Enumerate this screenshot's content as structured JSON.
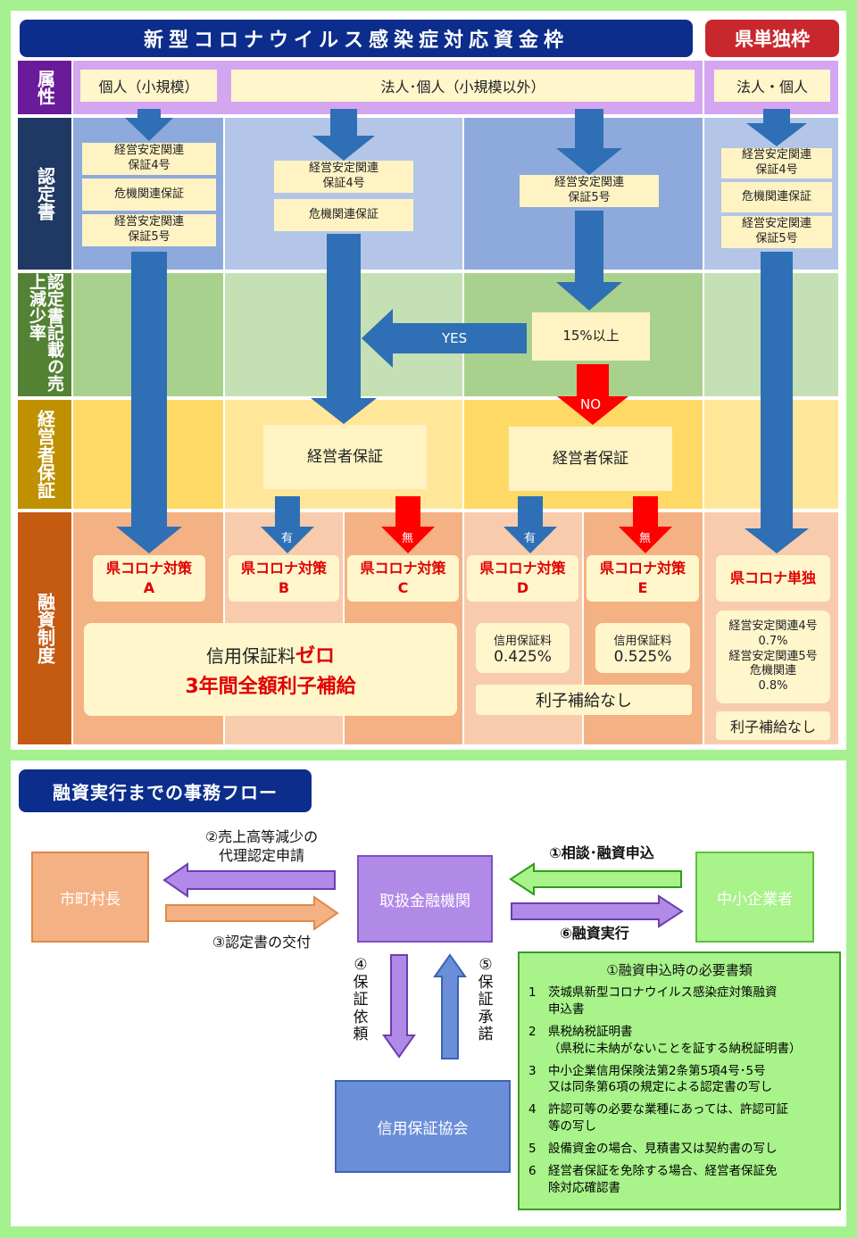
{
  "header": {
    "main_title": "新型コロナウイルス感染症対応資金枠",
    "side_title": "県単独枠"
  },
  "rows": {
    "attribute": "属性",
    "certificate": "認定書",
    "sales_decline": "認定書記載の売上減少率",
    "guarantor": "経営者保証",
    "financing": "融資制度"
  },
  "attributes": {
    "small": "個人（小規模）",
    "non_small": "法人･個人（小規模以外）",
    "prefecture": "法人・個人"
  },
  "certificates": {
    "col_a": [
      "経営安定関連\n保証4号",
      "危機関連保証",
      "経営安定関連\n保証5号"
    ],
    "col_b": [
      "経営安定関連\n保証4号",
      "危機関連保証"
    ],
    "col_c": [
      "経営安定関連\n保証5号"
    ],
    "col_pref": [
      "経営安定関連\n保証4号",
      "危機関連保証",
      "経営安定関連\n保証5号"
    ]
  },
  "decline": {
    "threshold": "15%以上",
    "yes": "YES",
    "no": "NO"
  },
  "guarantor": {
    "left": "経営者保証",
    "right": "経営者保証",
    "with": "有",
    "without": "無"
  },
  "products": {
    "a": "県コロナ対策\nA",
    "b": "県コロナ対策\nB",
    "c": "県コロナ対策\nC",
    "d": "県コロナ対策\nD",
    "e": "県コロナ対策\nE",
    "pref": "県コロナ単独"
  },
  "fees": {
    "zero_prefix": "信用保証料",
    "zero_word": "ゼロ",
    "subsidy": "3年間全額利子補給",
    "d_label": "信用保証料",
    "d_value": "0.425%",
    "e_label": "信用保証料",
    "e_value": "0.525%",
    "de_no_subsidy": "利子補給なし",
    "pref_fee": "経営安定関連4号\n0.7%\n経営安定関連5号\n危機関連\n0.8%",
    "pref_no_subsidy": "利子補給なし"
  },
  "flow": {
    "title": "融資実行までの事務フロー",
    "mayor": "市町村長",
    "bank": "取扱金融機関",
    "sme": "中小企業者",
    "guarantee_assoc": "信用保証協会",
    "step1": "①相談･融資申込",
    "step2": "②売上高等減少の\n代理認定申請",
    "step3": "③認定書の交付",
    "step4": "④\n保\n証\n依\n頼",
    "step5": "⑤\n保\n証\n承\n諾",
    "step6": "⑥融資実行"
  },
  "documents": {
    "title": "①融資申込時の必要書類",
    "items": [
      {
        "num": "1",
        "text": "茨城県新型コロナウイルス感染症対策融資\n申込書"
      },
      {
        "num": "2",
        "text": "県税納税証明書\n（県税に未納がないことを証する納税証明書）"
      },
      {
        "num": "3",
        "text": "中小企業信用保険法第2条第5項4号･5号\n又は同条第6項の規定による認定書の写し"
      },
      {
        "num": "4",
        "text": "許認可等の必要な業種にあっては、許認可証\n等の写し"
      },
      {
        "num": "5",
        "text": "設備資金の場合、見積書又は契約書の写し"
      },
      {
        "num": "6",
        "text": "経営者保証を免除する場合、経営者保証免\n除対応確認書"
      }
    ]
  },
  "colors": {
    "title_blue": "#0c2d8c",
    "title_red": "#c8282d",
    "arrow_blue": "#2f6fb5",
    "arrow_red": "#ff0000",
    "product_red": "#e00000",
    "row_attr": "#6a1b9a",
    "row_cert": "#1f3864",
    "row_decline": "#548235",
    "row_guarantor": "#bf9000",
    "row_financing": "#c55a11"
  }
}
